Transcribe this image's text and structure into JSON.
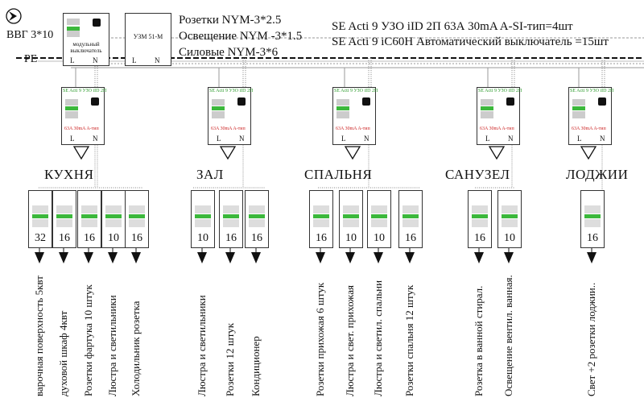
{
  "input": {
    "cable_label": "ВВГ 3*10",
    "pe_label": "PE"
  },
  "main_breaker": {
    "label": "модульный выключатель",
    "terminals": [
      "L",
      "N"
    ]
  },
  "uzm": {
    "label": "УЗМ 51-М",
    "terminals": [
      "L",
      "N"
    ]
  },
  "cables": [
    "Розетки NYM-3*2.5",
    "Освещение NYM -3*1.5",
    "Силовые NYM-3*6"
  ],
  "spec": [
    "SE Acti 9 УЗО iID 2П 63А 30mA A-SI-тип=4шт",
    "SE Acti 9 iC60H Автоматический выключатель =15шт"
  ],
  "rcds": [
    {
      "top": "SE Acti 9 УЗО iID 2П",
      "bottom": "63A 30mA A-тип",
      "terminals": [
        "L",
        "N"
      ]
    },
    {
      "top": "SE Acti 9 УЗО iID 2П",
      "bottom": "63A 30mA A-тип",
      "terminals": [
        "L",
        "N"
      ]
    },
    {
      "top": "SE Acti 9 УЗО iID 2П",
      "bottom": "63A 30mA A-тип",
      "terminals": [
        "L",
        "N"
      ]
    },
    {
      "top": "SE Acti 9 УЗО iID 2П",
      "bottom": "63A 30mA A-тип",
      "terminals": [
        "L",
        "N"
      ]
    },
    {
      "top": "SE Acti 9 УЗО iID 2П",
      "bottom": "63A 30mA A-тип",
      "terminals": [
        "L",
        "N"
      ]
    }
  ],
  "rooms": [
    {
      "name": "КУХНЯ",
      "breakers": [
        {
          "rating": "32",
          "load": "варочная поверхность 5квт"
        },
        {
          "rating": "16",
          "load": "духовой шкаф 4квт"
        },
        {
          "rating": "16",
          "load": "Розетки фартука 10 штук"
        },
        {
          "rating": "10",
          "load": "Люстра и светильники"
        },
        {
          "rating": "16",
          "load": "Холодильник розетка"
        }
      ]
    },
    {
      "name": "ЗАЛ",
      "breakers": [
        {
          "rating": "10",
          "load": "Люстра и светильники"
        },
        {
          "rating": "16",
          "load": "Розетки 12 штук"
        },
        {
          "rating": "16",
          "load": "Кондиционер"
        }
      ]
    },
    {
      "name": "СПАЛЬНЯ",
      "breakers": [
        {
          "rating": "16",
          "load": "Розетки прихожая 6 штук"
        },
        {
          "rating": "10",
          "load": "Люстра и свет. прихожая"
        },
        {
          "rating": "10",
          "load": "Люстра и светил. спальни"
        },
        {
          "rating": "16",
          "load": "Розетки спальня 12 штук"
        }
      ]
    },
    {
      "name": "САНУЗЕЛ",
      "breakers": [
        {
          "rating": "16",
          "load": "Розетка  в ванной стирал."
        },
        {
          "rating": "10",
          "load": "Освещение вентил. ванная."
        }
      ]
    },
    {
      "name": "ЛОДЖИИ",
      "breakers": [
        {
          "rating": "16",
          "load": "Свет  +2 розетки лоджии.."
        }
      ]
    }
  ]
}
